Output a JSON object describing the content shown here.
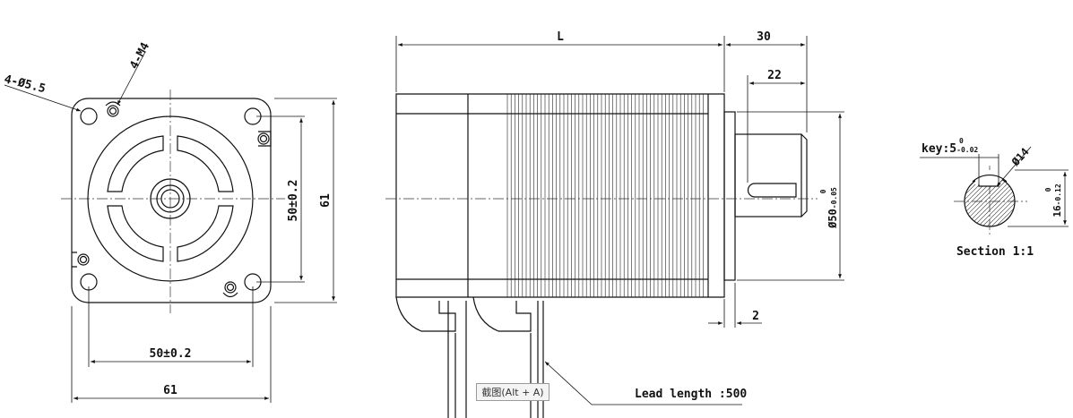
{
  "front_view": {
    "hole_label": "4-Ø5.5",
    "thread_label": "4-M4",
    "vertical_spacing": "50±0.2",
    "height": "61",
    "horizontal_spacing": "50±0.2",
    "width": "61"
  },
  "side_view": {
    "length_label": "L",
    "shaft_length": "30",
    "key_length": "22",
    "flange_diameter": "Ø50",
    "flange_tol_upper": "0",
    "flange_tol_lower": "-0.05",
    "flange_thickness": "2",
    "lead_label": "Lead length :500"
  },
  "section": {
    "key_label": "key:5",
    "key_tol_upper": "0",
    "key_tol_lower": "-0.02",
    "diameter": "Ø14",
    "height_value": "16",
    "height_tol_upper": "0",
    "height_tol_lower": "-0.12",
    "caption": "Section 1:1"
  },
  "overlay": {
    "tooltip": "截图(Alt + A)"
  }
}
